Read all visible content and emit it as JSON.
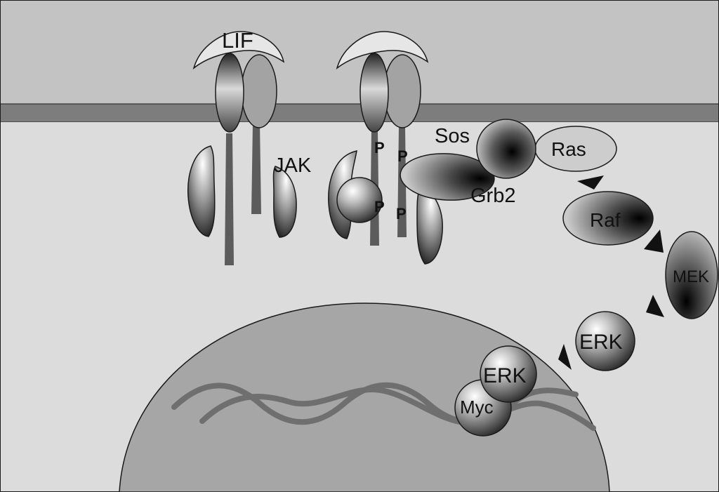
{
  "labels": {
    "lif": "LIF",
    "jak": "JAK",
    "p1": "P",
    "p2": "P",
    "p3": "P",
    "p4": "P",
    "sos": "Sos",
    "ras": "Ras",
    "grb2": "Grb2",
    "raf": "Raf",
    "mek": "MEK",
    "erk_cytoplasm": "ERK",
    "erk_nucleus": "ERK",
    "myc": "Myc"
  },
  "colors": {
    "extracellular": "#c3c3c3",
    "membrane": "#7d7d7d",
    "cytoplasm": "#dcdcdc",
    "nucleus": "#a6a6a6",
    "dna": "#6f6f6f",
    "outline": "#1a1a1a"
  }
}
